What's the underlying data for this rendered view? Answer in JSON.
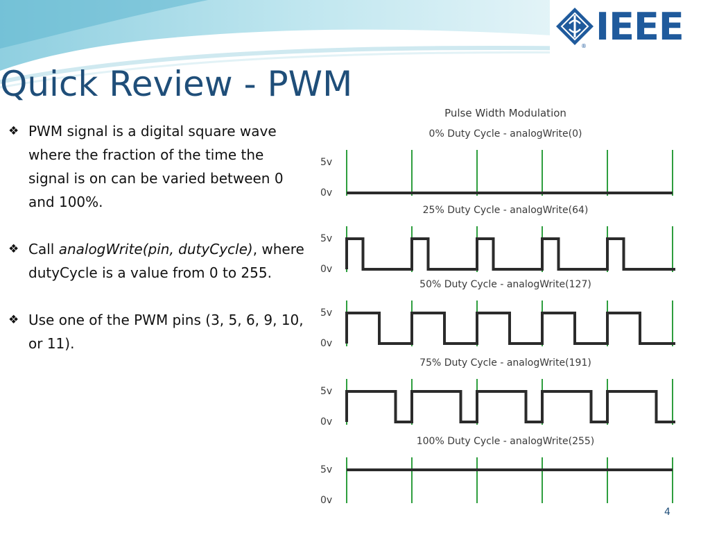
{
  "slide": {
    "title": "Quick Review - PWM",
    "page_number": "4"
  },
  "logo": {
    "text": "IEEE",
    "reg_mark": "®"
  },
  "bullets": [
    {
      "text": "PWM signal is a digital square wave where the fraction of the time the signal is on can be varied between 0 and 100%."
    },
    {
      "prefix": "Call ",
      "italic": "analogWrite(pin, dutyCycle)",
      "suffix": ", where dutyCycle is a value from 0 to 255."
    },
    {
      "text": "Use one of the PWM pins (3, 5, 6, 9, 10, or 11)."
    }
  ],
  "diagram": {
    "title": "Pulse Width Modulation",
    "high_label": "5v",
    "low_label": "0v",
    "panels": [
      {
        "label": "0% Duty Cycle - analogWrite(0)",
        "duty": 0
      },
      {
        "label": "25% Duty Cycle - analogWrite(64)",
        "duty": 0.25
      },
      {
        "label": "50% Duty Cycle - analogWrite(127)",
        "duty": 0.5
      },
      {
        "label": "75% Duty Cycle - analogWrite(191)",
        "duty": 0.75
      },
      {
        "label": "100% Duty Cycle - analogWrite(255)",
        "duty": 1
      }
    ],
    "periods": 5,
    "colors": {
      "signal": "#2b2b2b",
      "period_marker": "#2e9e3e",
      "label_text": "#3a3a3a"
    }
  }
}
